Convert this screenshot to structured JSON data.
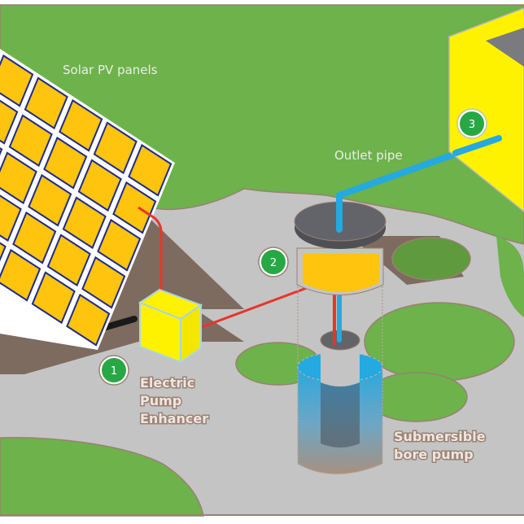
{
  "labels": {
    "solar_panels": "Solar PV panels",
    "outlet_pipe": "Outlet pipe",
    "pump_enhancer_line1": "Electric",
    "pump_enhancer_line2": "Pump",
    "pump_enhancer_line3": "Enhancer",
    "bore_pump_line1": "Submersible",
    "bore_pump_line2": "bore pump"
  },
  "badges": [
    "1",
    "2",
    "3"
  ],
  "colors": {
    "grass": "#6db24b",
    "ground": "#c4c4c4",
    "soil": "#7d6b60",
    "panel_cell": "#fec40e",
    "panel_frame": "#1e2a8c",
    "enhancer_box": "#fff200",
    "tank": "#fff200",
    "pipe": "#24a9e1",
    "wire": "#e8342c",
    "badge": "#27a844",
    "cap": "#636469"
  }
}
